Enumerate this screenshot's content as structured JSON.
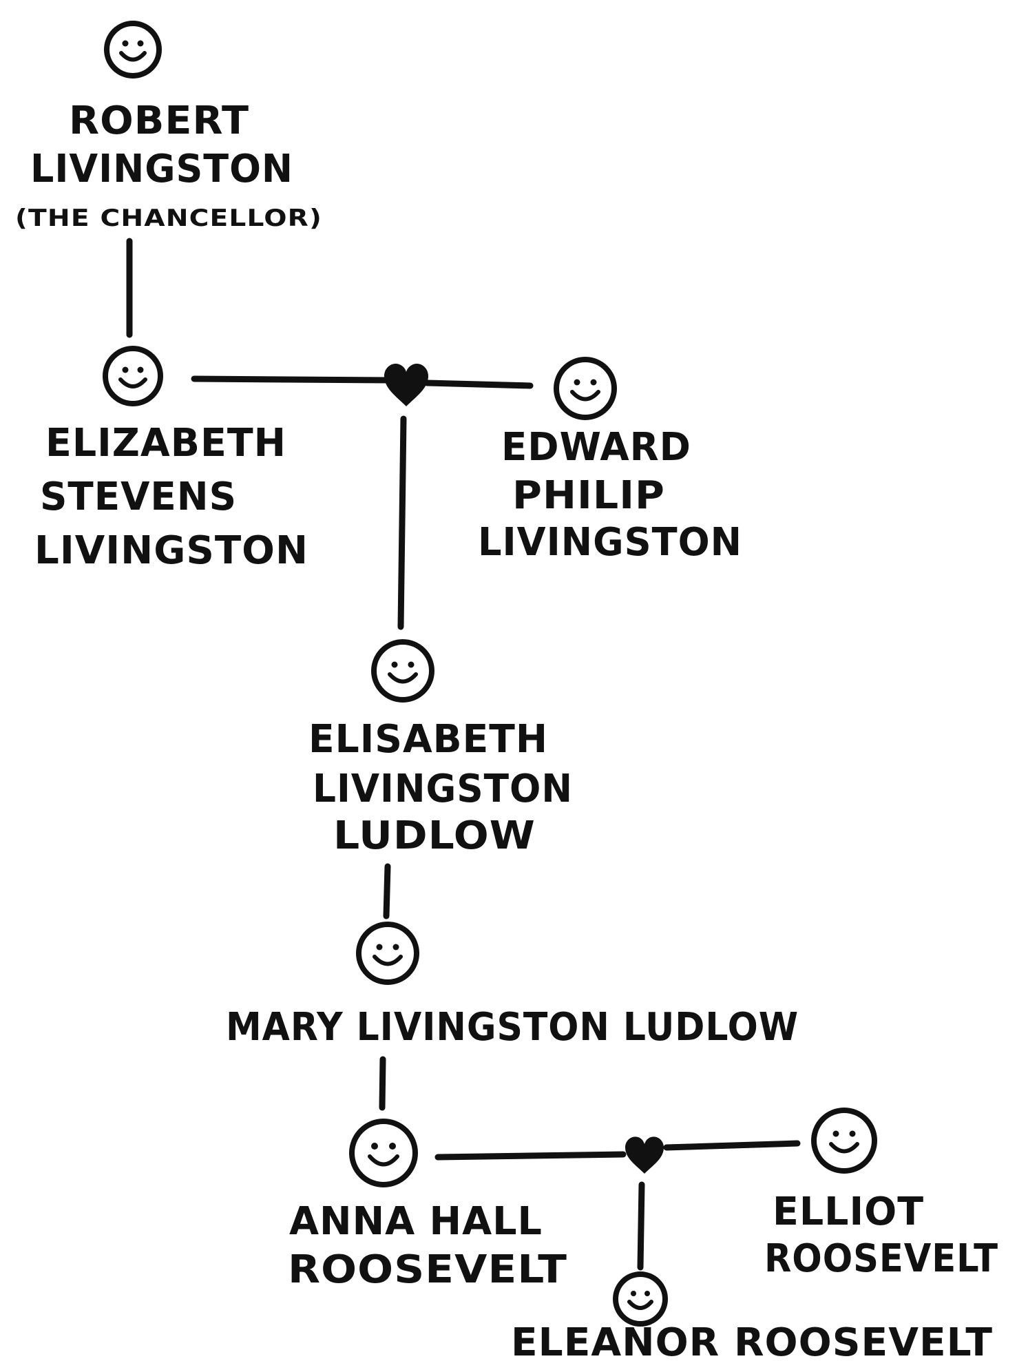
{
  "people": {
    "robert": {
      "lines": [
        "ROBERT",
        "LIVINGSTON"
      ],
      "note": "(THE CHANCELLOR)"
    },
    "elizabeth_stevens": {
      "lines": [
        "ELIZABETH",
        "STEVENS",
        "LIVINGSTON"
      ]
    },
    "edward": {
      "lines": [
        "EDWARD",
        "PHILIP",
        "LIVINGSTON"
      ]
    },
    "elisabeth_ludlow": {
      "lines": [
        "ELISABETH",
        "LIVINGSTON",
        "LUDLOW"
      ]
    },
    "mary": {
      "lines": [
        "MARY LIVINGSTON LUDLOW"
      ]
    },
    "anna": {
      "lines": [
        "ANNA HALL",
        "ROOSEVELT"
      ]
    },
    "elliot": {
      "lines": [
        "ELLIOT",
        "ROOSEVELT"
      ]
    },
    "eleanor": {
      "lines": [
        "ELEANOR ROOSEVELT"
      ]
    }
  },
  "icons": {
    "person": "smiley-face-icon",
    "marriage": "heart-icon"
  },
  "colors": {
    "ink": "#111111",
    "paper": "#ffffff"
  }
}
